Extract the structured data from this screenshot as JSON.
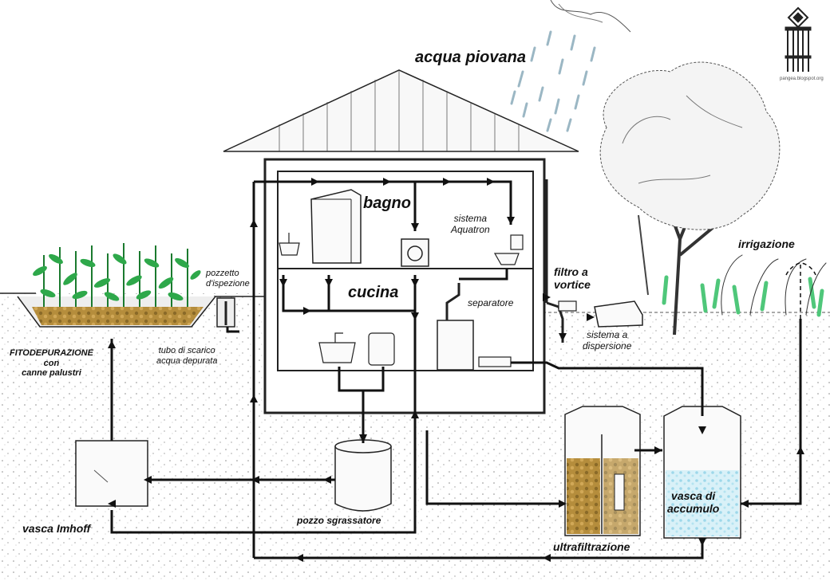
{
  "colors": {
    "ground": "#f3f1ec",
    "soil_dots": "#9a9a9a",
    "reeds": "#2ea84a",
    "gravel_sand": "#b8913e",
    "ultrafilter_fill": "#c79a45",
    "water": "#bfe6f2",
    "rain": "#9bb7c4",
    "pipe": "#111111"
  },
  "labels": {
    "rain": "acqua piovana",
    "bathroom": "bagno",
    "aquatron": "sistema\nAquatron",
    "kitchen": "cucina",
    "separator": "separatore",
    "vortex_filter": "filtro a\nvortice",
    "dispersion": "sistema a\ndispersione",
    "irrigation": "irrigazione",
    "inspection_well": "pozzetto\nd'ispezione",
    "phyto": "FITODEPURAZIONE\ncon\ncanne palustri",
    "discharge_pipe": "tubo di scarico\nacqua depurata",
    "imhoff": "vasca Imhoff",
    "grease_trap": "pozzo sgrassatore",
    "ultrafiltration": "ultrafiltrazione",
    "storage_tank": "vasca di\naccumulo"
  },
  "logo": {
    "icon": "weaving-pattern-logo",
    "caption": "pangea.blogspot.org"
  }
}
